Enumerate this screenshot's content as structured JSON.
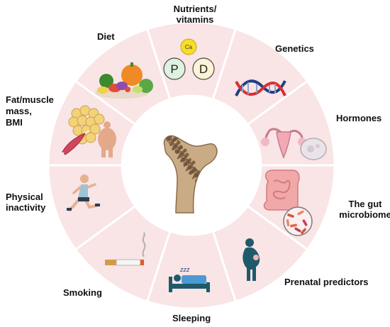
{
  "labels": {
    "nutrients": "Nutrients/\nvitamins",
    "genetics": "Genetics",
    "hormones": "Hormones",
    "gut": "The gut\nmicrobiome",
    "prenatal": "Prenatal predictors",
    "sleeping": "Sleeping",
    "smoking": "Smoking",
    "physical": "Physical\ninactivity",
    "fat": "Fat/muscle\nmass,\nBMI",
    "diet": "Diet"
  },
  "vitamin_badges": {
    "ca": "Ca",
    "p": "P",
    "d": "D"
  },
  "sleep_text": "zzz",
  "colors": {
    "segment_fill": "#f9e4e6",
    "segment_stroke": "#ffffff",
    "bone": "#c9ac85",
    "bone_dark": "#6b4f35",
    "ca_badge": "#f5dd2c",
    "p_badge": "#dff2df",
    "d_badge": "#fdf3d6"
  },
  "icons": [
    "vitamin-badges-icon",
    "dna-icon",
    "uterus-icon",
    "intestine-icon",
    "bacteria-icon",
    "pregnant-woman-icon",
    "bed-icon",
    "cigarette-icon",
    "runner-icon",
    "fat-cells-icon",
    "muscle-icon",
    "obese-person-icon",
    "vegetables-icon",
    "femur-bone-icon"
  ]
}
